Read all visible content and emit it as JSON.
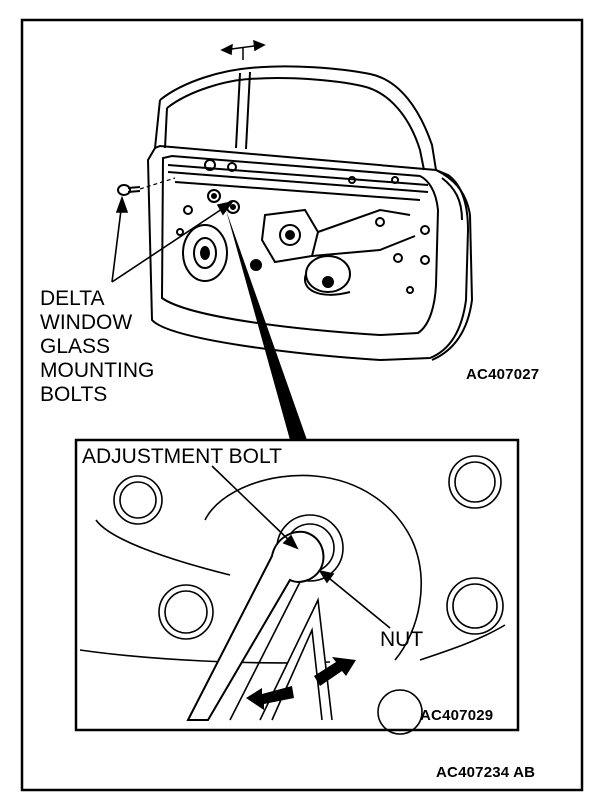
{
  "upper_view": {
    "callout_lines": [
      "DELTA",
      "WINDOW",
      "GLASS",
      "MOUNTING",
      "BOLTS"
    ],
    "figure_code": "AC407027"
  },
  "detail_view": {
    "adjustment_bolt_label": "ADJUSTMENT BOLT",
    "nut_label": "NUT",
    "figure_code": "AC407029"
  },
  "footer": {
    "figure_code": "AC407234 AB"
  }
}
